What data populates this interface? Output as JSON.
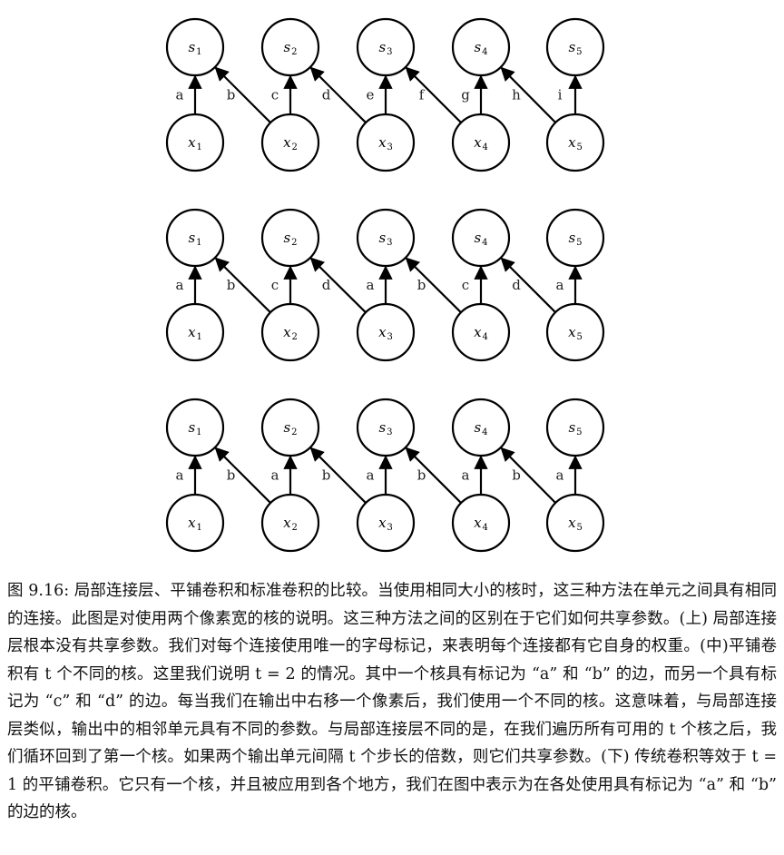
{
  "panels": [
    {
      "id": "top",
      "top_nodes": [
        {
          "letter": "s",
          "sub": "1"
        },
        {
          "letter": "s",
          "sub": "2"
        },
        {
          "letter": "s",
          "sub": "3"
        },
        {
          "letter": "s",
          "sub": "4"
        },
        {
          "letter": "s",
          "sub": "5"
        }
      ],
      "bottom_nodes": [
        {
          "letter": "x",
          "sub": "1"
        },
        {
          "letter": "x",
          "sub": "2"
        },
        {
          "letter": "x",
          "sub": "3"
        },
        {
          "letter": "x",
          "sub": "4"
        },
        {
          "letter": "x",
          "sub": "5"
        }
      ],
      "edges": [
        {
          "from": 0,
          "to": 0,
          "label": "a"
        },
        {
          "from": 1,
          "to": 0,
          "label": "b"
        },
        {
          "from": 1,
          "to": 1,
          "label": "c"
        },
        {
          "from": 2,
          "to": 1,
          "label": "d"
        },
        {
          "from": 2,
          "to": 2,
          "label": "e"
        },
        {
          "from": 3,
          "to": 2,
          "label": "f"
        },
        {
          "from": 3,
          "to": 3,
          "label": "g"
        },
        {
          "from": 4,
          "to": 3,
          "label": "h"
        },
        {
          "from": 4,
          "to": 4,
          "label": "i"
        }
      ]
    },
    {
      "id": "middle",
      "top_nodes": [
        {
          "letter": "s",
          "sub": "1"
        },
        {
          "letter": "s",
          "sub": "2"
        },
        {
          "letter": "s",
          "sub": "3"
        },
        {
          "letter": "s",
          "sub": "4"
        },
        {
          "letter": "s",
          "sub": "5"
        }
      ],
      "bottom_nodes": [
        {
          "letter": "x",
          "sub": "1"
        },
        {
          "letter": "x",
          "sub": "2"
        },
        {
          "letter": "x",
          "sub": "3"
        },
        {
          "letter": "x",
          "sub": "4"
        },
        {
          "letter": "x",
          "sub": "5"
        }
      ],
      "edges": [
        {
          "from": 0,
          "to": 0,
          "label": "a"
        },
        {
          "from": 1,
          "to": 0,
          "label": "b"
        },
        {
          "from": 1,
          "to": 1,
          "label": "c"
        },
        {
          "from": 2,
          "to": 1,
          "label": "d"
        },
        {
          "from": 2,
          "to": 2,
          "label": "a"
        },
        {
          "from": 3,
          "to": 2,
          "label": "b"
        },
        {
          "from": 3,
          "to": 3,
          "label": "c"
        },
        {
          "from": 4,
          "to": 3,
          "label": "d"
        },
        {
          "from": 4,
          "to": 4,
          "label": "a"
        }
      ]
    },
    {
      "id": "bottom",
      "top_nodes": [
        {
          "letter": "s",
          "sub": "1"
        },
        {
          "letter": "s",
          "sub": "2"
        },
        {
          "letter": "s",
          "sub": "3"
        },
        {
          "letter": "s",
          "sub": "4"
        },
        {
          "letter": "s",
          "sub": "5"
        }
      ],
      "bottom_nodes": [
        {
          "letter": "x",
          "sub": "1"
        },
        {
          "letter": "x",
          "sub": "2"
        },
        {
          "letter": "x",
          "sub": "3"
        },
        {
          "letter": "x",
          "sub": "4"
        },
        {
          "letter": "x",
          "sub": "5"
        }
      ],
      "edges": [
        {
          "from": 0,
          "to": 0,
          "label": "a"
        },
        {
          "from": 1,
          "to": 0,
          "label": "b"
        },
        {
          "from": 1,
          "to": 1,
          "label": "a"
        },
        {
          "from": 2,
          "to": 1,
          "label": "b"
        },
        {
          "from": 2,
          "to": 2,
          "label": "a"
        },
        {
          "from": 3,
          "to": 2,
          "label": "b"
        },
        {
          "from": 3,
          "to": 3,
          "label": "a"
        },
        {
          "from": 4,
          "to": 3,
          "label": "b"
        },
        {
          "from": 4,
          "to": 4,
          "label": "a"
        }
      ]
    }
  ],
  "caption": {
    "text": "图 9.16: 局部连接层、平铺卷积和标准卷积的比较。当使用相同大小的核时，这三种方法在单元之间具有相同的连接。此图是对使用两个像素宽的核的说明。这三种方法之间的区别在于它们如何共享参数。(上) 局部连接层根本没有共享参数。我们对每个连接使用唯一的字母标记，来表明每个连接都有它自身的权重。(中)平铺卷积有 t 个不同的核。这里我们说明 t = 2 的情况。其中一个核具有标记为 “a” 和 “b” 的边，而另一个具有标记为 “c” 和 “d” 的边。每当我们在输出中右移一个像素后，我们使用一个不同的核。这意味着，与局部连接层类似，输出中的相邻单元具有不同的参数。与局部连接层不同的是，在我们遍历所有可用的 t 个核之后，我们循环回到了第一个核。如果两个输出单元间隔 t 个步长的倍数，则它们共享参数。(下) 传统卷积等效于 t = 1 的平铺卷积。它只有一个核，并且被应用到各个地方，我们在图中表示为在各处使用具有标记为 “a” 和 “b” 的边的核。"
  }
}
